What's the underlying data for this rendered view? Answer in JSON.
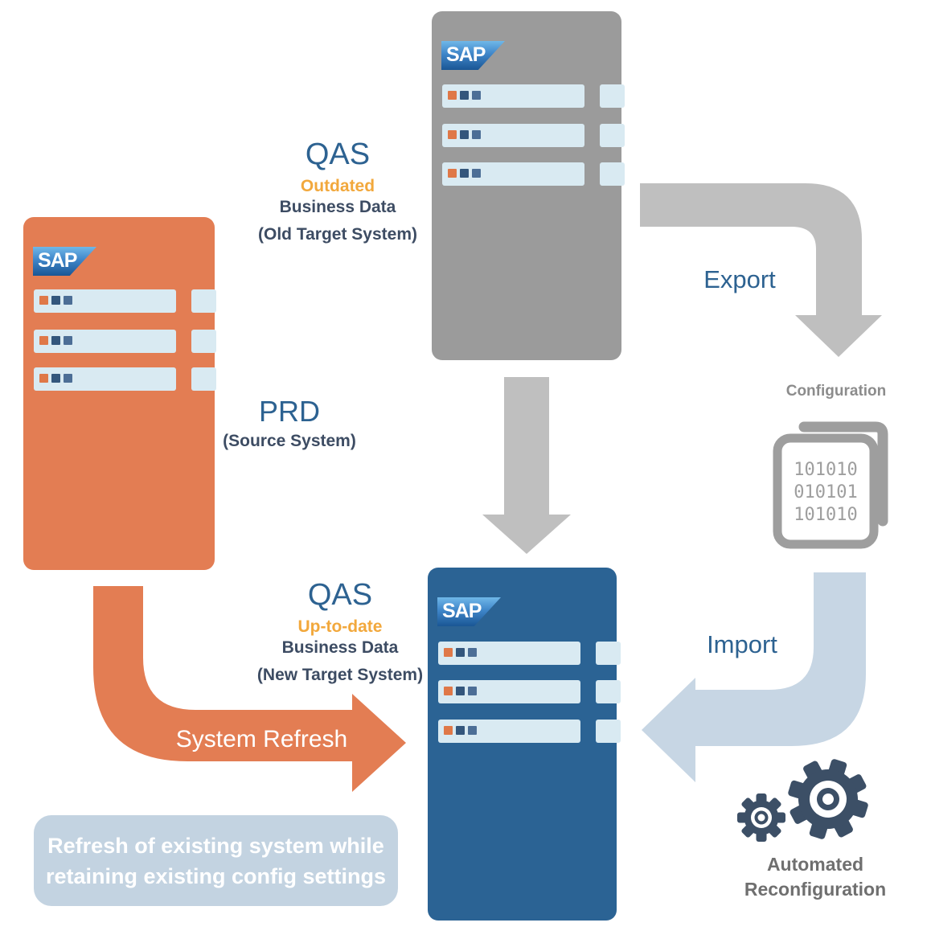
{
  "colors": {
    "orange_box": "#e37d53",
    "gray_box": "#9b9b9b",
    "blue_box": "#2b6394",
    "bar_fill": "#d9eaf2",
    "arrow_gray": "#bfbfbf",
    "arrow_light_blue": "#c7d6e4",
    "label_blue": "#2d6291",
    "label_orange": "#f2a83c",
    "label_navy": "#3d4c63",
    "label_gray": "#8c8c8c",
    "gear_color": "#3c4f66"
  },
  "sap_logo": "SAP",
  "nodes": {
    "qas_old": {
      "title": "QAS",
      "status": "Outdated",
      "data_label": "Business Data",
      "system_label": "(Old Target System)"
    },
    "prd": {
      "title": "PRD",
      "system_label": "(Source System)"
    },
    "qas_new": {
      "title": "QAS",
      "status": "Up-to-date",
      "data_label": "Business Data",
      "system_label": "(New Target System)"
    }
  },
  "flows": {
    "export": "Export",
    "import": "Import",
    "system_refresh": "System Refresh"
  },
  "configuration": {
    "label": "Configuration",
    "binary_lines": [
      "101010",
      "010101",
      "101010"
    ]
  },
  "automation": {
    "line1": "Automated",
    "line2": "Reconfiguration"
  },
  "note": {
    "line1": "Refresh of existing system while",
    "line2": "retaining existing config settings"
  }
}
